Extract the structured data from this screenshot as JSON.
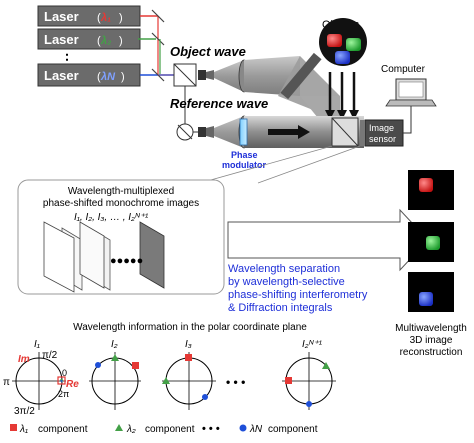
{
  "lasers": [
    {
      "name": "Laser",
      "symbol": "λ₁",
      "beam_color": "#e53935"
    },
    {
      "name": "Laser",
      "symbol": "λ₂",
      "beam_color": "#43a047"
    },
    {
      "name": "Laser",
      "symbol": "λN",
      "beam_color": "#1e4fd8"
    }
  ],
  "laser_ellipsis": "⋮",
  "labels": {
    "objects": "Objects",
    "computer": "Computer",
    "object_wave": "Object wave",
    "reference_wave": "Reference wave",
    "phase_modulator_1": "Phase",
    "phase_modulator_2": "modulator",
    "image_sensor_1": "Image",
    "image_sensor_2": "sensor",
    "images_title_1": "Wavelength-multiplexed",
    "images_title_2": "phase-shifted monochrome images",
    "images_sequence": "I₁, I₂, I₃, … , I₂ᴺ⁺¹",
    "images_dots": "●●●●●",
    "process_1": "Wavelength separation",
    "process_2": "by wavelength-selective",
    "process_3": "phase-shifting interferometry",
    "process_4": "& Diffraction integrals",
    "result_1": "Multiwavelength",
    "result_2": "3D image",
    "result_3": "reconstruction",
    "polar_title": "Wavelength information in the polar coordinate plane",
    "axis_im": "Im",
    "axis_re": "Re",
    "pi_half": "π/2",
    "pi": "π",
    "three_pi_half": "3π/2",
    "zero": "0",
    "two_pi": "2π",
    "circle_ellipsis": "• • •",
    "legend_dots": "• • •"
  },
  "polar_circles": [
    {
      "label": "I₁"
    },
    {
      "label": "I₂"
    },
    {
      "label": "I₃"
    },
    {
      "label": "I₂ᴺ⁺¹"
    }
  ],
  "legend": [
    {
      "symbol": "λ₁",
      "text": "component",
      "color": "#e53935",
      "marker": "square"
    },
    {
      "symbol": "λ₂",
      "text": "component",
      "color": "#43a047",
      "marker": "triangle"
    },
    {
      "symbol": "λN",
      "text": "component",
      "color": "#1e4fd8",
      "marker": "circle"
    }
  ],
  "colors": {
    "red": "#e53935",
    "green": "#43a047",
    "blue": "#1e4fd8",
    "process_text": "#1e2fd8",
    "laser_box": "#6b6b6b",
    "beam_gray": "#8f8f8f"
  }
}
